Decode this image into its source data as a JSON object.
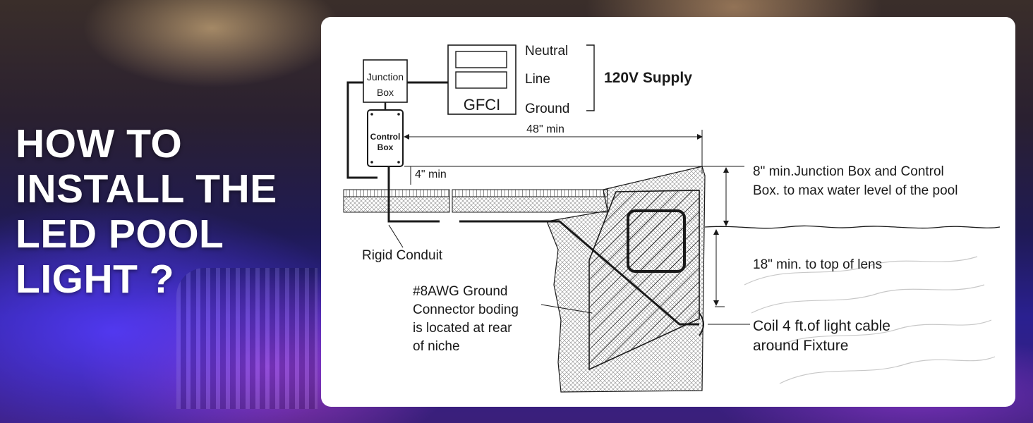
{
  "headline": {
    "lines": [
      "HOW TO",
      "INSTALL THE",
      "LED POOL",
      "LIGHT ?"
    ]
  },
  "diagram": {
    "junction_box": [
      "Junction",
      "Box"
    ],
    "gfci": "GFCI",
    "supply_wires": [
      "Neutral",
      "Line",
      "Ground"
    ],
    "supply": "120V Supply",
    "control_box": [
      "Control",
      "Box"
    ],
    "dim_48": "48\" min",
    "dim_4": "4\" min",
    "note_8in": [
      "8\" min.Junction Box and Control",
      "Box. to max water level of the pool"
    ],
    "note_18in": "18\" min. to top of lens",
    "conduit": "Rigid Conduit",
    "ground_note": [
      "#8AWG Ground",
      "Connector boding",
      "is located at rear",
      "of niche"
    ],
    "coil_note": [
      "Coil 4  ft.of light cable",
      "around Fixture"
    ]
  },
  "colors": {
    "headline": "#ffffff",
    "card": "#ffffff",
    "ink": "#1a1a1a"
  }
}
